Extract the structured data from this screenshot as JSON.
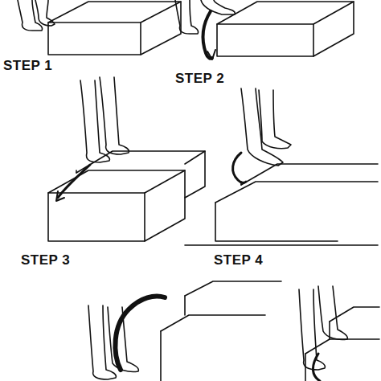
{
  "diagram": {
    "labels": [
      "STEP 1",
      "STEP 2",
      "STEP 3",
      "STEP 4"
    ]
  }
}
